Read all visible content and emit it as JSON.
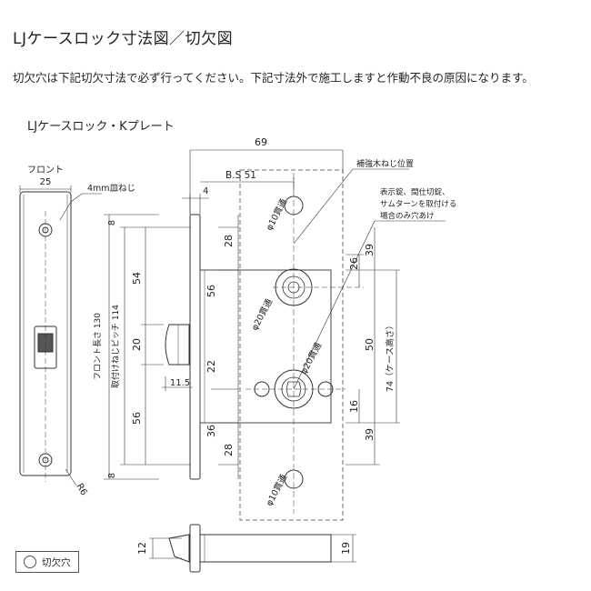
{
  "header": {
    "title": "LJケースロック寸法図／切欠図",
    "description": "切欠穴は下記切欠寸法で必ず行ってください。下記寸法外で施工しますと作動不良の原因になります。",
    "subtitle": "LJケースロック・Kプレート"
  },
  "diagram": {
    "front_label": "フロント",
    "screw_note": "4mm皿ねじ",
    "reinforce_note": "補強木ねじ位置",
    "display_note_1": "表示錠、間仕切錠、",
    "display_note_2": "サムターンを取付ける",
    "display_note_3": "場合のみ穴あけ",
    "front_length_label": "フロント長さ 130",
    "pitch_label": "取付けねじピッチ 114",
    "case_height_label": "74（ケース高さ）",
    "dim_25": "25",
    "dim_69": "69",
    "dim_bs51": "B.S 51",
    "dim_4": "4",
    "dim_8_top": "8",
    "dim_54": "54",
    "dim_20": "20",
    "dim_56_left": "56",
    "dim_8_bottom": "8",
    "dim_28_top": "28",
    "dim_56_mid": "56",
    "dim_22": "22",
    "dim_36": "36",
    "dim_28_bottom": "28",
    "dim_11_5": "11.5",
    "dim_39_top": "39",
    "dim_26": "26",
    "dim_50": "50",
    "dim_16": "16",
    "dim_39_bottom": "39",
    "dim_12": "12",
    "dim_19": "19",
    "dim_r6": "R6",
    "hole_10_top": "φ10貫通",
    "hole_20_top": "φ20貫通",
    "hole_20_bottom": "φ20貫通",
    "hole_10_bottom": "φ10貫通"
  },
  "legend": {
    "label": "切欠穴"
  }
}
